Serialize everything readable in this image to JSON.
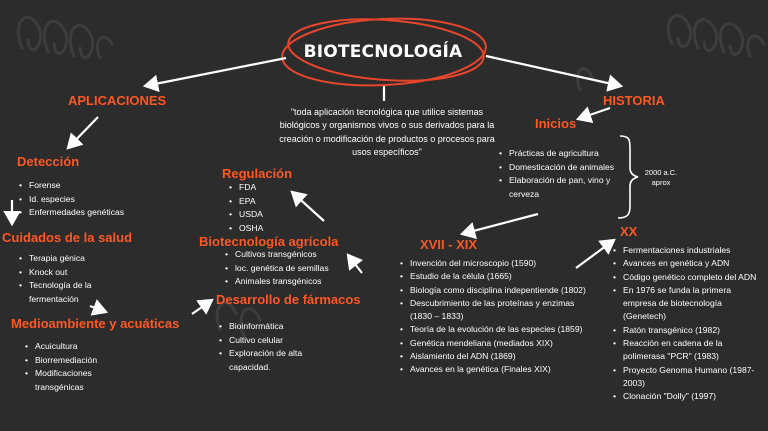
{
  "title": "BIOTECNOLOGÍA",
  "definition": "\"toda aplicación tecnológica que utilice sistemas biológicos y organismos vivos o sus derivados para la creación o modificación de productos o procesos para usos específicos\"",
  "aplicaciones": {
    "heading": "APLICACIONES",
    "deteccion": {
      "heading": "Detección",
      "items": [
        "Forense",
        "Id. especies",
        "Enfermedades genéticas"
      ]
    },
    "salud": {
      "heading": "Cuidados de la salud",
      "items": [
        "Terapia génica",
        "Knock out",
        "Tecnología de la fermentación"
      ]
    },
    "medioambiente": {
      "heading": "Medioambiente y acuáticas",
      "items": [
        "Acuicultura",
        "Biorremediación",
        "Modificaciones transgénicas"
      ]
    },
    "regulacion": {
      "heading": "Regulación",
      "items": [
        "FDA",
        "EPA",
        "USDA",
        "OSHA"
      ]
    },
    "agricola": {
      "heading": "Biotecnología agrícola",
      "items": [
        "Cultivos transgénicos",
        "loc. genética de semillas",
        "Animales transgénicos"
      ]
    },
    "farmacos": {
      "heading": "Desarrollo de fármacos",
      "items": [
        "Bioinformática",
        "Cultivo celular",
        "Exploración de alta capacidad."
      ]
    }
  },
  "historia": {
    "heading": "HISTORIA",
    "inicios": {
      "heading": "Inicios",
      "items": [
        "Prácticas de agricultura",
        "Domesticación de animales",
        "Elaboración de pan, vino y cerveza"
      ],
      "note_line1": "2000 a.C.",
      "note_line2": "aprox"
    },
    "xvii": {
      "heading": "XVII - XIX",
      "items": [
        "Invención del microscopio (1590)",
        "Estudio de la célula (1665)",
        "Biología como disciplina indepentiende (1802)",
        "Descubrimiento de las proteínas y enzimas (1830 – 1833)",
        "Teoría de la evolución de las especies (1859)",
        "Genética mendeliana (mediados XIX)",
        "Aislamiento del ADN (1869)",
        "Avances en la genética (Finales XIX)"
      ]
    },
    "xx": {
      "heading": "XX",
      "items": [
        "Fermentaciones industriales",
        "Avances en genética y ADN",
        "Código genético completo del ADN",
        "En 1976 se funda la primera empresa de biotecnología (Genetech)",
        " Ratón transgénico (1982)",
        "Reacción en cadena de la polimerasa \"PCR\" (1983)",
        "Proyecto Genoma Humano (1987-2003)",
        "Clonación \"Dolly\" (1997)"
      ]
    }
  },
  "colors": {
    "background": "#2c2c2c",
    "accent": "#ff5722",
    "text": "#ffffff",
    "ellipse": "#e8462c"
  }
}
